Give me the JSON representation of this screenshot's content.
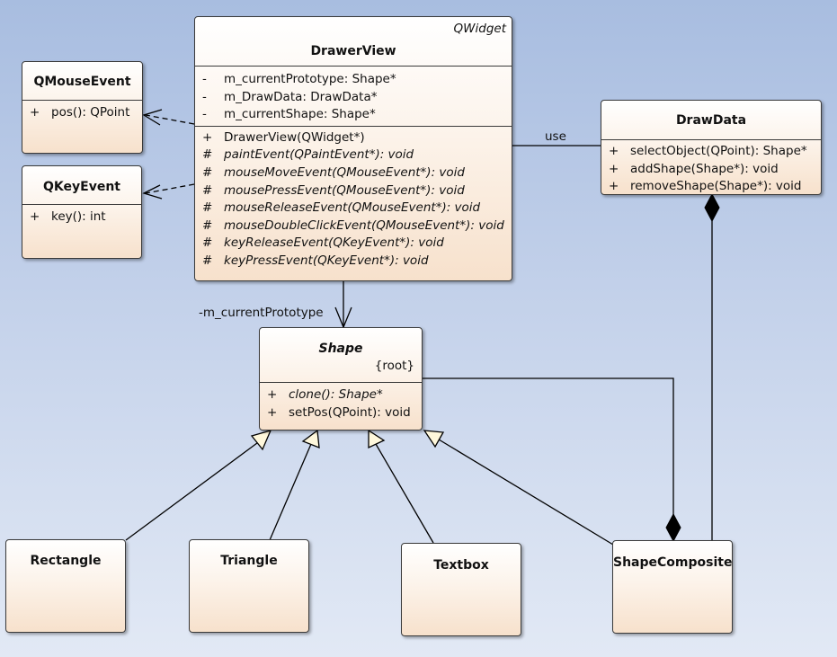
{
  "classes": {
    "drawer_view": {
      "name": "DrawerView",
      "stereotype": "QWidget",
      "attributes": [
        {
          "vis": "-",
          "text": "m_currentPrototype: Shape*"
        },
        {
          "vis": "-",
          "text": "m_DrawData: DrawData*"
        },
        {
          "vis": "-",
          "text": "m_currentShape: Shape*"
        }
      ],
      "operations": [
        {
          "vis": "+",
          "text": "DrawerView(QWidget*)"
        },
        {
          "vis": "#",
          "text": "paintEvent(QPaintEvent*): void"
        },
        {
          "vis": "#",
          "text": "mouseMoveEvent(QMouseEvent*): void"
        },
        {
          "vis": "#",
          "text": "mousePressEvent(QMouseEvent*): void"
        },
        {
          "vis": "#",
          "text": "mouseReleaseEvent(QMouseEvent*): void"
        },
        {
          "vis": "#",
          "text": "mouseDoubleClickEvent(QMouseEvent*): void"
        },
        {
          "vis": "#",
          "text": "keyReleaseEvent(QKeyEvent*): void"
        },
        {
          "vis": "#",
          "text": "keyPressEvent(QKeyEvent*): void"
        }
      ]
    },
    "qmouse_event": {
      "name": "QMouseEvent",
      "operations": [
        {
          "vis": "+",
          "text": "pos(): QPoint"
        }
      ]
    },
    "qkey_event": {
      "name": "QKeyEvent",
      "operations": [
        {
          "vis": "+",
          "text": "key(): int"
        }
      ]
    },
    "draw_data": {
      "name": "DrawData",
      "operations": [
        {
          "vis": "+",
          "text": "selectObject(QPoint): Shape*"
        },
        {
          "vis": "+",
          "text": "addShape(Shape*): void"
        },
        {
          "vis": "+",
          "text": "removeShape(Shape*): void"
        }
      ]
    },
    "shape": {
      "name": "Shape",
      "property": "{root}",
      "operations": [
        {
          "vis": "+",
          "text": "clone(): Shape*"
        },
        {
          "vis": "+",
          "text": "setPos(QPoint): void"
        }
      ]
    },
    "rectangle": {
      "name": "Rectangle"
    },
    "triangle": {
      "name": "Triangle"
    },
    "textbox": {
      "name": "Textbox"
    },
    "shape_composite": {
      "name": "ShapeComposite"
    }
  },
  "labels": {
    "use": "use",
    "current_prototype_role": "-m_currentPrototype"
  },
  "colors": {
    "line": "#000000",
    "box_border": "#3a3a3a"
  }
}
